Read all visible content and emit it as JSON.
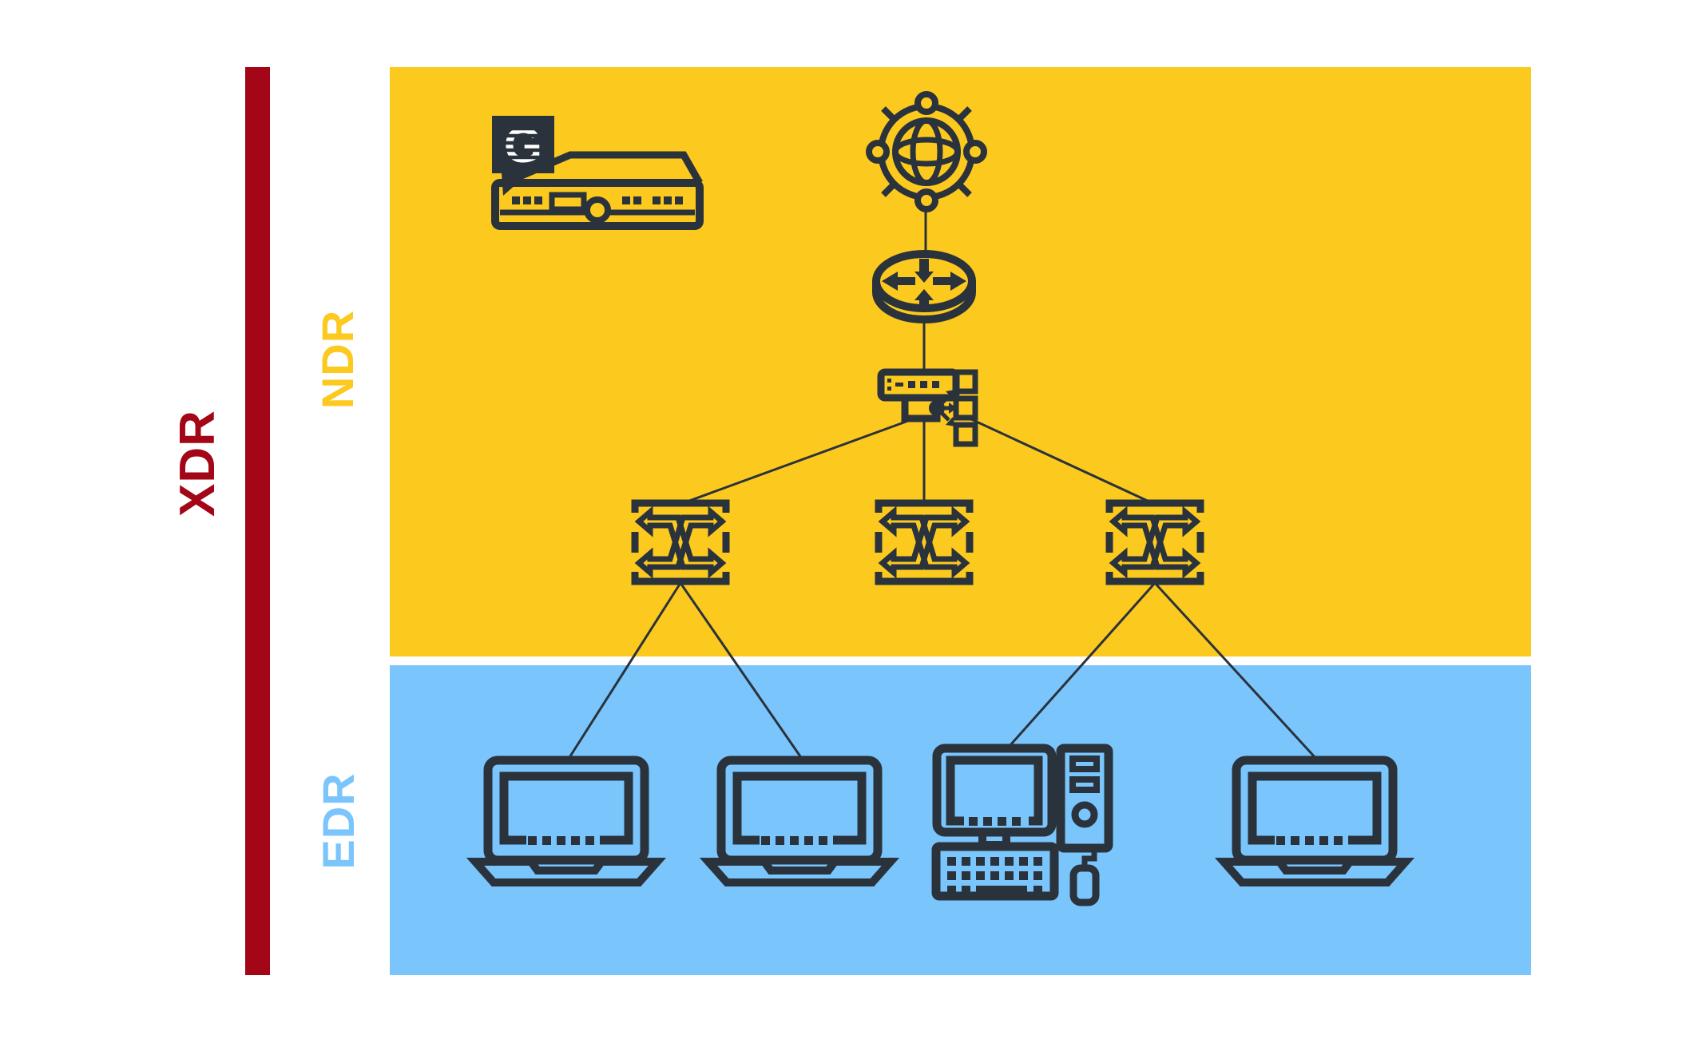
{
  "diagram": {
    "labels": {
      "xdr": "XDR",
      "ndr": "NDR",
      "edr": "EDR"
    },
    "logo": {
      "letter": "G"
    },
    "colors": {
      "xdr_red": "#A30617",
      "ndr_yellow": "#FCC91E",
      "edr_blue": "#7AC5FC",
      "icon_dark": "#2A323C",
      "background": "#FFFFFF",
      "logo_text": "#FFFFFF"
    },
    "zones": [
      {
        "id": "xdr",
        "label": "XDR",
        "style": "red-vertical-bar"
      },
      {
        "id": "ndr",
        "label": "NDR",
        "style": "yellow-band",
        "nodes": [
          "greycortex-appliance",
          "internet-globe",
          "router",
          "firewall-distribution",
          "switch-left",
          "switch-middle",
          "switch-right"
        ]
      },
      {
        "id": "edr",
        "label": "EDR",
        "style": "blue-band",
        "nodes": [
          "laptop-1",
          "laptop-2",
          "desktop-pc",
          "laptop-4"
        ]
      }
    ],
    "nodes": [
      {
        "id": "greycortex-appliance",
        "icon": "network-appliance-with-g-logo"
      },
      {
        "id": "internet-globe",
        "icon": "globe-network"
      },
      {
        "id": "router",
        "icon": "router-cylinder-arrows"
      },
      {
        "id": "firewall-distribution",
        "icon": "server-load-distributor"
      },
      {
        "id": "switch-left",
        "icon": "network-switch"
      },
      {
        "id": "switch-middle",
        "icon": "network-switch"
      },
      {
        "id": "switch-right",
        "icon": "network-switch"
      },
      {
        "id": "laptop-1",
        "icon": "laptop"
      },
      {
        "id": "laptop-2",
        "icon": "laptop"
      },
      {
        "id": "desktop-pc",
        "icon": "desktop-computer"
      },
      {
        "id": "laptop-4",
        "icon": "laptop"
      }
    ],
    "connections": [
      [
        "internet-globe",
        "router"
      ],
      [
        "router",
        "firewall-distribution"
      ],
      [
        "firewall-distribution",
        "switch-left"
      ],
      [
        "firewall-distribution",
        "switch-middle"
      ],
      [
        "firewall-distribution",
        "switch-right"
      ],
      [
        "switch-left",
        "laptop-1"
      ],
      [
        "switch-left",
        "laptop-2"
      ],
      [
        "switch-right",
        "desktop-pc"
      ],
      [
        "switch-right",
        "laptop-4"
      ]
    ]
  }
}
